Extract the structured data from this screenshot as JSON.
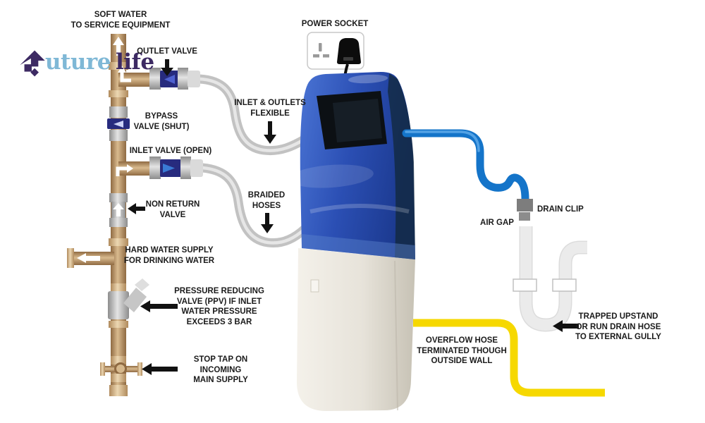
{
  "colors": {
    "copper-dark": "#8f6a42",
    "copper-light": "#d9ba8e",
    "fitting-dark": "#8d8d8d",
    "fitting-light": "#e4e4e4",
    "valve-navy": "#272b7e",
    "valve-arrow-blue": "#4f62d0",
    "inlet-arrow-blue": "#3a7bd5",
    "hose-gray": "#c2c2c2",
    "hose-gray-light": "#e6e6e6",
    "drain-blue": "#1474c9",
    "drain-blue-light": "#5aa7e8",
    "clip-gray": "#7d7d7d",
    "overflow-yellow": "#f6d800",
    "trap-gray": "#ebebeb",
    "unit-blue": "#2b4fb4",
    "unit-blue-dark": "#12283a",
    "unit-body": "#e7e3da",
    "arrow-black": "#111111",
    "label-text": "#1b1b1b",
    "logo-purple": "#3d2a63",
    "logo-blue": "#7fb8d6"
  },
  "logo": {
    "word1": "uture",
    "word2": "life"
  },
  "labels": {
    "soft_water": {
      "line1": "SOFT WATER",
      "line2": "TO SERVICE EQUIPMENT"
    },
    "outlet_valve": {
      "text": "OUTLET VALVE"
    },
    "bypass_valve": {
      "line1": "BYPASS",
      "pre": "VALVE (",
      "emph": "SHUT",
      "post": ")"
    },
    "inlet_valve": {
      "pre": "INLET VALVE (",
      "emph": "OPEN",
      "post": ")"
    },
    "non_return": {
      "line1": "NON RETURN",
      "line2": "VALVE"
    },
    "hard_water": {
      "line1": "HARD WATER SUPPLY",
      "line2": "FOR DRINKING WATER"
    },
    "prv": {
      "line1": "PRESSURE REDUCING",
      "line2": "VALVE (PPV) IF INLET",
      "line3": "WATER PRESSURE",
      "line4": "EXCEEDS 3 BAR"
    },
    "stop_tap": {
      "line1": "STOP TAP ON",
      "line2": "INCOMING",
      "line3": "MAIN SUPPLY"
    },
    "power_socket": {
      "text": "POWER SOCKET"
    },
    "flexible": {
      "line1": "INLET & OUTLETS",
      "line2": "FLEXIBLE"
    },
    "braided": {
      "line1": "BRAIDED",
      "line2": "HOSES"
    },
    "drain_clip": {
      "text": "DRAIN CLIP"
    },
    "air_gap": {
      "text": "AIR GAP"
    },
    "trapped": {
      "line1": "TRAPPED UPSTAND",
      "line2": "OR RUN DRAIN HOSE",
      "line3": "TO EXTERNAL GULLY"
    },
    "overflow": {
      "line1": "OVERFLOW HOSE",
      "line2": "TERMINATED THOUGH",
      "line3": "OUTSIDE WALL"
    }
  }
}
